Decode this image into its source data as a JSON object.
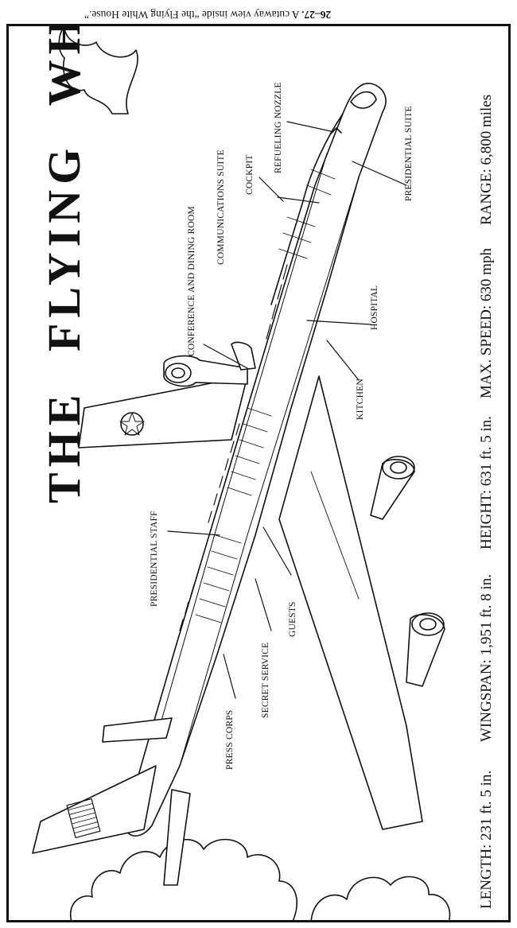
{
  "caption": {
    "number": "26–27.",
    "text": "A cutaway view inside “the Flying White House.”"
  },
  "title": "THE FLYING WHITE HOUSE",
  "specs": {
    "length": "LENGTH: 231 ft. 5 in.",
    "wingspan": "WINGSPAN: 1,951 ft. 8 in.",
    "height": "HEIGHT: 631 ft. 5 in.",
    "max_speed": "MAX. SPEED: 630 mph",
    "range": "RANGE: 6,800 miles"
  },
  "labels": {
    "refueling_nozzle": "REFUELING NOZZLE",
    "presidential_suite": "PRESIDENTIAL SUITE",
    "communications_suite": "COMMUNICATIONS SUITE",
    "cockpit": "COCKPIT",
    "conference_dining": "CONFERENCE AND DINING ROOM",
    "hospital": "HOSPITAL",
    "kitchen": "KITCHEN",
    "presidential_staff": "PRESIDENTIAL STAFF",
    "guests": "GUESTS",
    "secret_service": "SECRET SERVICE",
    "press_corps": "PRESS CORPS"
  }
}
